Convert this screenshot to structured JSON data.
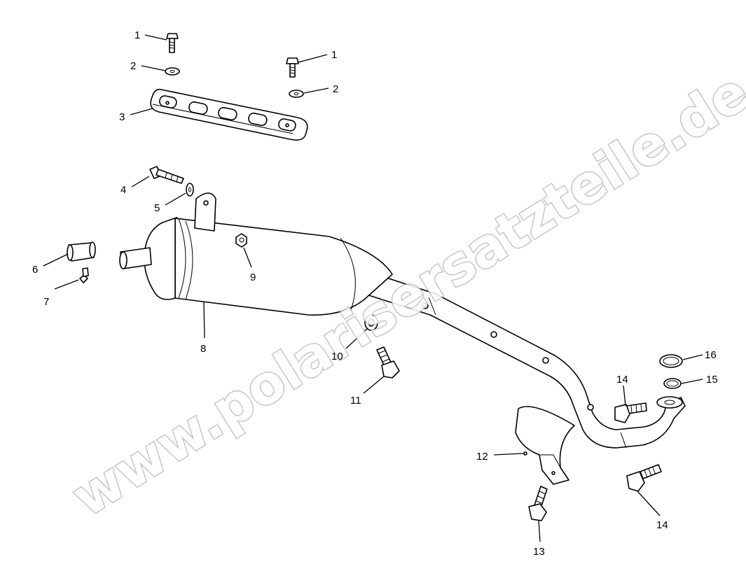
{
  "watermark": "www.polarisersatzteile.de",
  "callouts": {
    "c1a": "1",
    "c1b": "1",
    "c2a": "2",
    "c2b": "2",
    "c3": "3",
    "c4": "4",
    "c5": "5",
    "c6": "6",
    "c7": "7",
    "c8": "8",
    "c9": "9",
    "c10": "10",
    "c11": "11",
    "c12": "12",
    "c13": "13",
    "c14a": "14",
    "c14b": "14",
    "c15": "15",
    "c16": "16"
  }
}
